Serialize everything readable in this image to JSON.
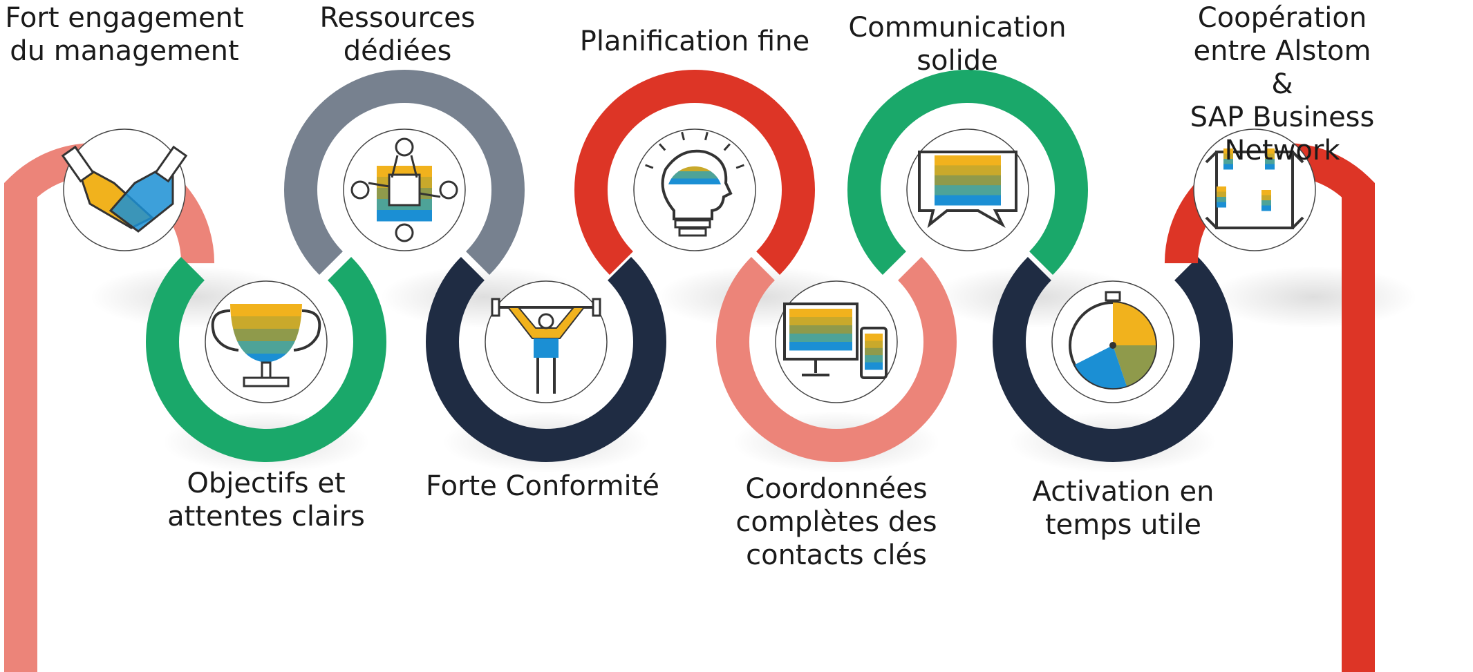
{
  "colors": {
    "salmon": "#ec8479",
    "green": "#1aa86a",
    "gray": "#77818f",
    "navy": "#1f2c43",
    "red": "#dd3526",
    "icon_yellow": "#f1b21d",
    "icon_olive": "#8f9a4b",
    "icon_blue": "#1b8fd4",
    "icon_stroke": "#333333"
  },
  "steps": [
    {
      "label": "Fort engagement\ndu management",
      "icon": "handshake-icon",
      "color": "salmon"
    },
    {
      "label": "Objectifs et\nattentes clairs",
      "icon": "trophy-icon",
      "color": "green"
    },
    {
      "label": "Ressources\ndédiées",
      "icon": "team-table-icon",
      "color": "gray"
    },
    {
      "label": "Forte Conformité",
      "icon": "weightlifter-icon",
      "color": "navy"
    },
    {
      "label": "Planification fine",
      "icon": "lightbulb-head-icon",
      "color": "red"
    },
    {
      "label": "Coordonnées\ncomplètes des\ncontacts clés",
      "icon": "devices-icon",
      "color": "salmon"
    },
    {
      "label": "Communication\nsolide",
      "icon": "chat-bubbles-icon",
      "color": "green"
    },
    {
      "label": "Activation en\ntemps utile",
      "icon": "stopwatch-icon",
      "color": "navy"
    },
    {
      "label": "Coopération entre Alstom &\nSAP Business Network",
      "icon": "linked-hands-icon",
      "color": "red"
    }
  ]
}
